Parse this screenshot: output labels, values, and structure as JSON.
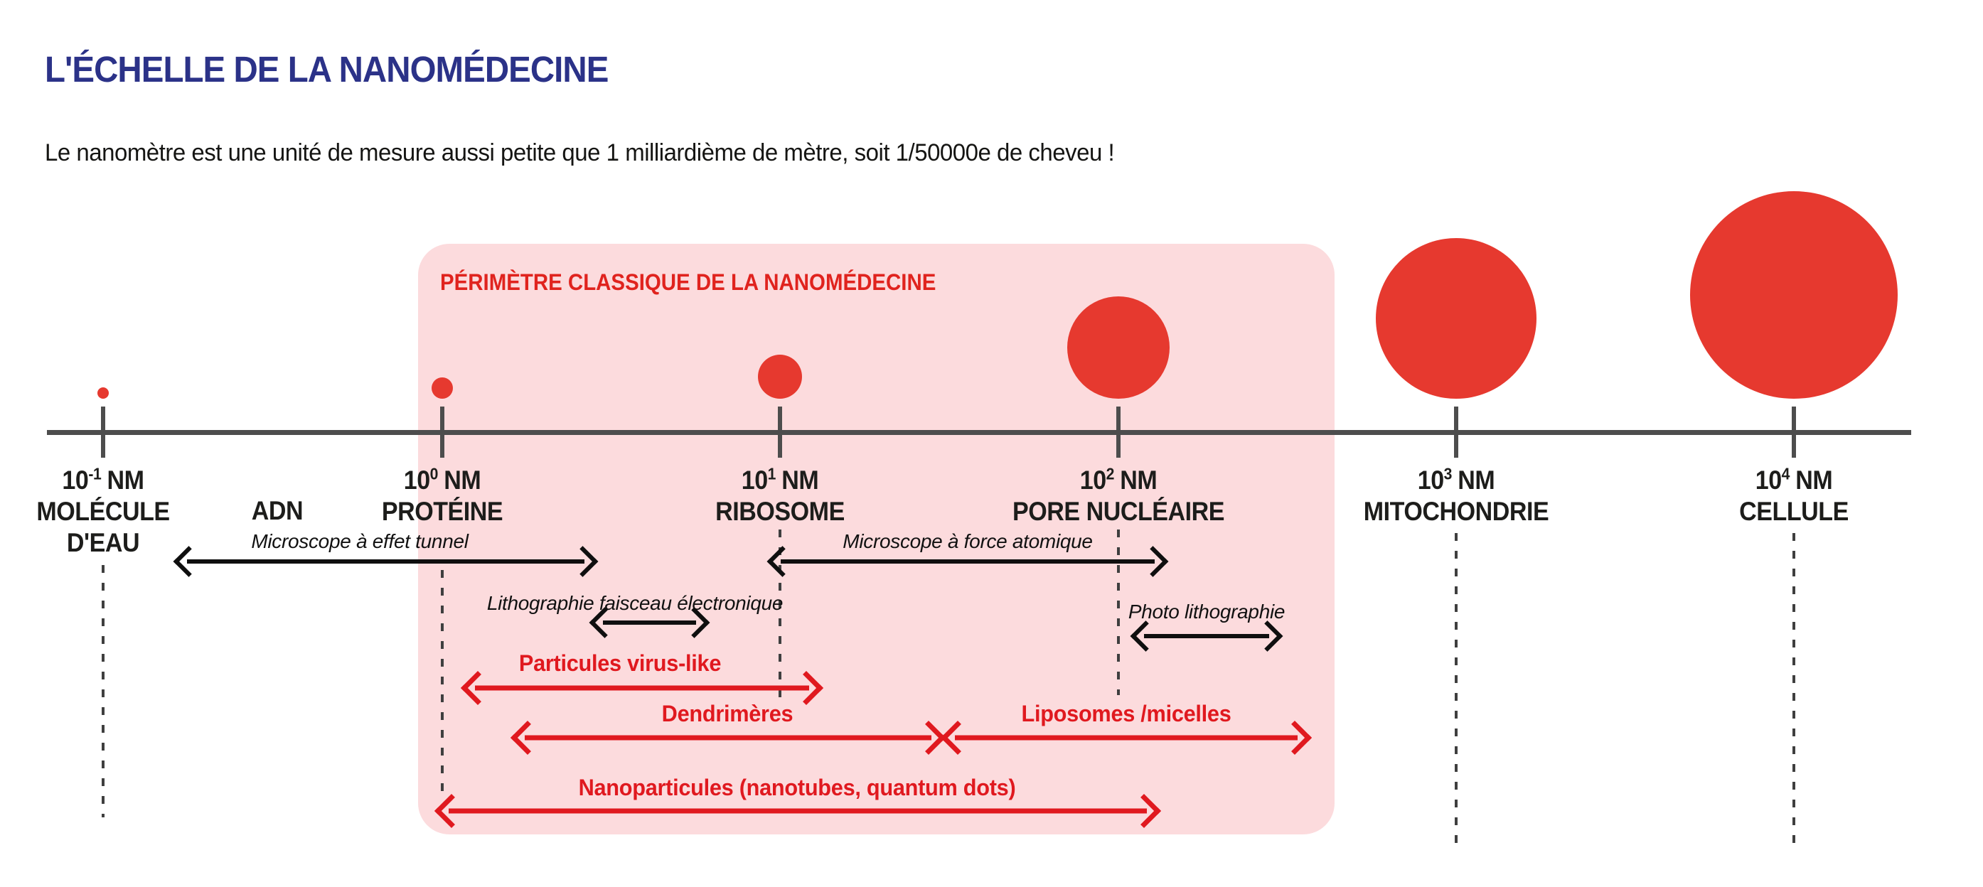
{
  "page": {
    "title": "L'ÉCHELLE DE LA NANOMÉDECINE",
    "subtitle": "Le nanomètre est une unité de mesure aussi petite que 1 milliardième de mètre, soit 1/50000e de cheveu !"
  },
  "perimeter_box": {
    "label": "PÉRIMÈTRE CLASSIQUE DE LA NANOMÉDECINE"
  },
  "scale": {
    "between_label": "ADN",
    "ticks": [
      {
        "base": "10",
        "exp": "-1",
        "unit": "NM",
        "name": "MOLÉCULE D'EAU"
      },
      {
        "base": "10",
        "exp": "0",
        "unit": "NM",
        "name": "PROTÉINE"
      },
      {
        "base": "10",
        "exp": "1",
        "unit": "NM",
        "name": "RIBOSOME"
      },
      {
        "base": "10",
        "exp": "2",
        "unit": "NM",
        "name": "PORE NUCLÉAIRE"
      },
      {
        "base": "10",
        "exp": "3",
        "unit": "NM",
        "name": "MITOCHONDRIE"
      },
      {
        "base": "10",
        "exp": "4",
        "unit": "NM",
        "name": "CELLULE"
      }
    ]
  },
  "instruments": {
    "tunnel": {
      "label": "Microscope à effet tunnel"
    },
    "afm": {
      "label": "Microscope à force atomique"
    },
    "ebeam": {
      "label": "Lithographie faisceau électronique"
    },
    "photo": {
      "label": "Photo lithographie"
    }
  },
  "nano_objects": {
    "virus_like": {
      "label": "Particules virus-like"
    },
    "dendrimeres": {
      "label": "Dendrimères"
    },
    "liposomes": {
      "label": "Liposomes /micelles"
    },
    "nanoparticules": {
      "label": "Nanoparticules (nanotubes, quantum dots)"
    }
  },
  "colors": {
    "title_navy": "#2b3288",
    "accent_red": "#e0191f",
    "perimeter_label_red": "#e0231e",
    "circle_red": "#e6392f",
    "perimeter_pink": "#fcdbdd",
    "axis_gray": "#4d4d4d",
    "text_dark": "#1d1d1b"
  }
}
